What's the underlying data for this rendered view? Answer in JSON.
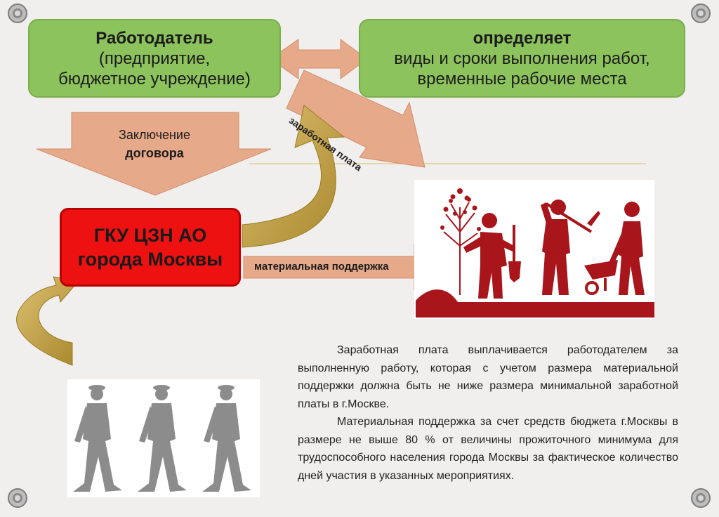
{
  "employer": {
    "title": "Работодатель",
    "line2": "(предприятие,",
    "line3": "бюджетное учреждение)"
  },
  "determines": {
    "title": "определяет",
    "line2": "виды и сроки выполнения работ,",
    "line3": "временные рабочие места"
  },
  "contract": {
    "line1": "Заключение",
    "line2": "договора"
  },
  "agency": {
    "line1": "ГКУ ЦЗН АО",
    "line2": "города Москвы"
  },
  "salary_label": "заработная плата",
  "support_label": "материальная поддержка",
  "paragraphs": {
    "p1": "Заработная плата выплачивается работодателем за выполненную работу, которая с учетом размера материальной поддержки должна быть не ниже размера минимальной заработной платы в г.Москве.",
    "p2": "Материальная поддержка за счет средств бюджета г.Москвы в размере не выше 80 % от величины прожиточного минимума для трудоспособного населения города Москвы за фактическое количество дней участия в указанных мероприятиях."
  },
  "colors": {
    "green_box": "#8dc35c",
    "red_box": "#ee1111",
    "salmon_arrow": "#e6a98a",
    "gold_arrow": "#c9a84a",
    "workers": "#a8161c",
    "walkers": "#8c8c8c"
  },
  "icons": [
    "worker-planting-icon",
    "worker-pickaxe-icon",
    "worker-wheelbarrow-icon",
    "walking-men-icon"
  ]
}
